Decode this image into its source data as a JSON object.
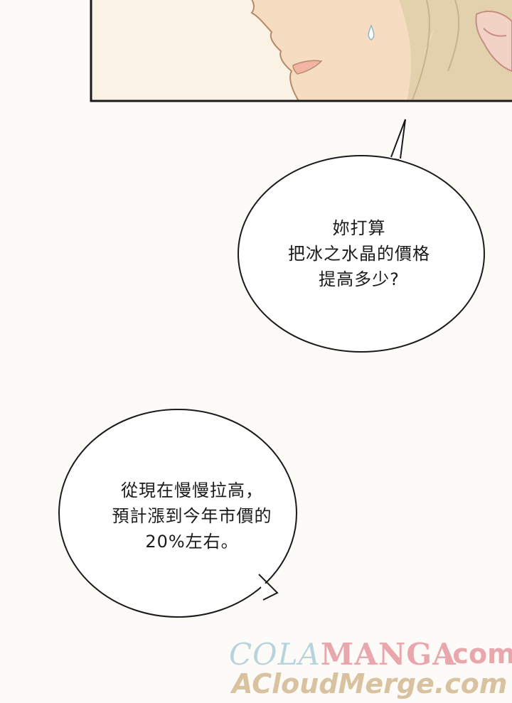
{
  "panel": {
    "description_icon": "character-face-art"
  },
  "bubbles": [
    {
      "lines": [
        "妳打算",
        "把冰之水晶的價格",
        "提高多少?"
      ]
    },
    {
      "lines": [
        "從現在慢慢拉高，",
        "預計漲到今年市價的",
        "20%左右。"
      ]
    }
  ],
  "watermark": {
    "brand_a": "COLA",
    "brand_b": "MANGA",
    "dotcom": ".com",
    "sub": "ACloudMerge.com"
  },
  "colors": {
    "skin": "#f4d7b6",
    "hair": "#dcc8a0",
    "panel_border": "#1a1a1a",
    "page_bg": "#fdfbf7",
    "watermark_blue": "#b7d3dc",
    "watermark_pink": "#e8a6ad",
    "watermark_tan": "#d9c2a0"
  }
}
